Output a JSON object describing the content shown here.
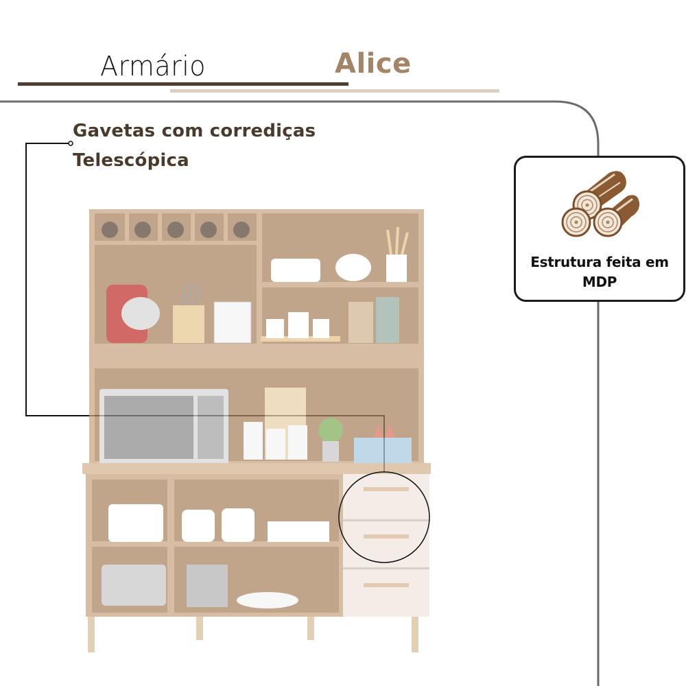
{
  "header": {
    "title_prefix": "Armário",
    "title_name": "Alice"
  },
  "feature": {
    "line1": "Gavetas com corrediças",
    "line2": "Telescópica",
    "callout_target": "drawers"
  },
  "badge": {
    "icon": "wood-logs-icon",
    "line1": "Estrutura feita em",
    "line2": "MDP"
  },
  "product_image": {
    "description": "Kitchen cabinet with open shelves and three drawers",
    "drawer_count": 3,
    "wine_niches": 5
  },
  "colors": {
    "title_dark": "#111111",
    "accent_brown": "#a38467",
    "feature_text": "#4a3a2c",
    "rule_dark": "#4e3e30",
    "rule_light": "#dcd0c0",
    "frame_line": "#6b6b6b",
    "wood": "#c9a582",
    "wood_dark": "#9c7b5d",
    "drawer_front": "#f1e6de",
    "handle": "#d9b896"
  }
}
